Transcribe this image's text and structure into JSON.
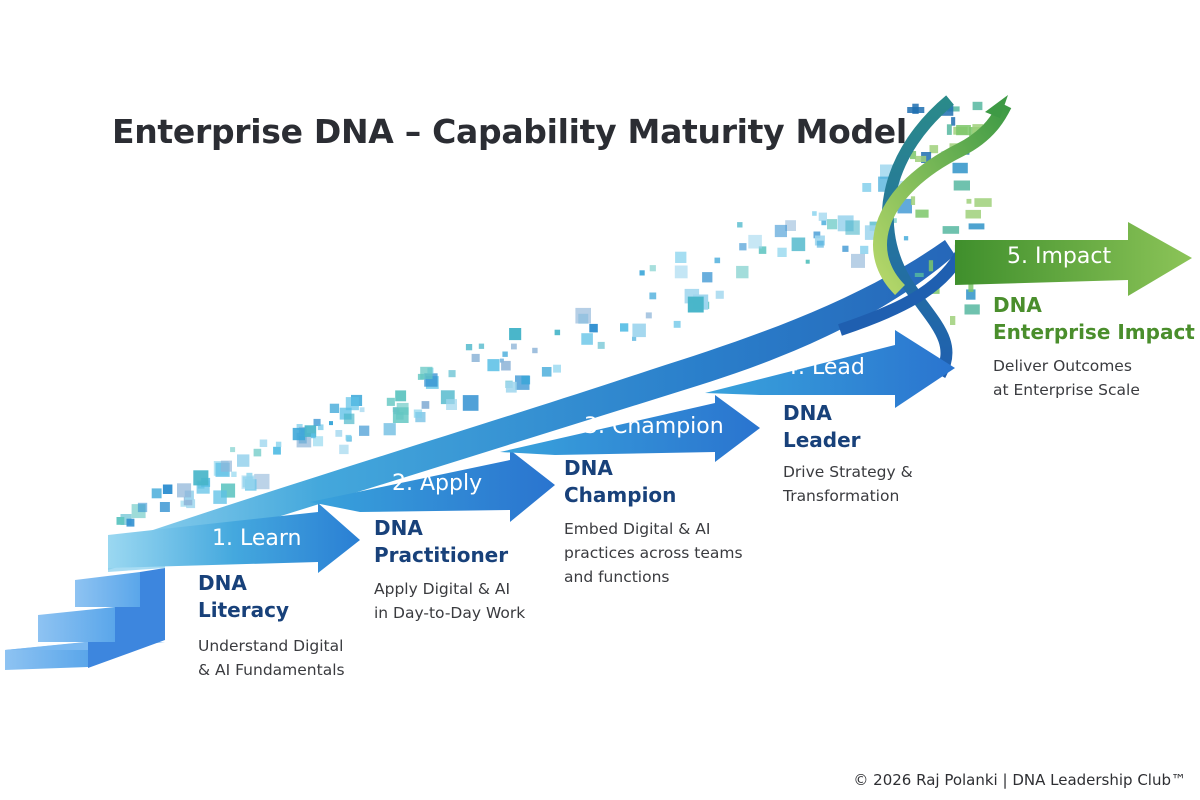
{
  "title": "Enterprise DNA – Capability Maturity Model",
  "colors": {
    "navy_heading": "#18417a",
    "impact_green": "#4a8e2c",
    "arrow_blue": "#2a7fd4",
    "arrow_green": "#6aaa3c",
    "body_text": "#3a3b3f"
  },
  "stages": [
    {
      "arrow_label": "1. Learn",
      "heading_line1": "DNA",
      "heading_line2": "Literacy",
      "desc_line1": "Understand Digital",
      "desc_line2": "& AI Fundamentals"
    },
    {
      "arrow_label": "2. Apply",
      "heading_line1": "DNA",
      "heading_line2": "Practitioner",
      "desc_line1": "Apply Digital & AI",
      "desc_line2": "in Day-to-Day Work"
    },
    {
      "arrow_label": "3. Champion",
      "heading_line1": "DNA",
      "heading_line2": "Champion",
      "desc_line1": "Embed Digital & AI",
      "desc_line2": "practices across teams",
      "desc_line3": "and functions"
    },
    {
      "arrow_label": "4. Lead",
      "heading_line1": "DNA",
      "heading_line2": "Leader",
      "desc_line1": "Drive Strategy &",
      "desc_line2": "Transformation"
    },
    {
      "arrow_label": "5. Impact",
      "heading_line1": "DNA",
      "heading_line2": "Enterprise Impact",
      "desc_line1": "Deliver Outcomes",
      "desc_line2": "at Enterprise Scale"
    }
  ],
  "icons": {
    "staircase": "staircase-icon",
    "dna_helix": "dna-helix-icon",
    "growth_arrow": "growth-arrow-icon"
  },
  "footer": "© 2026 Raj Polanki | DNA Leadership Club™"
}
